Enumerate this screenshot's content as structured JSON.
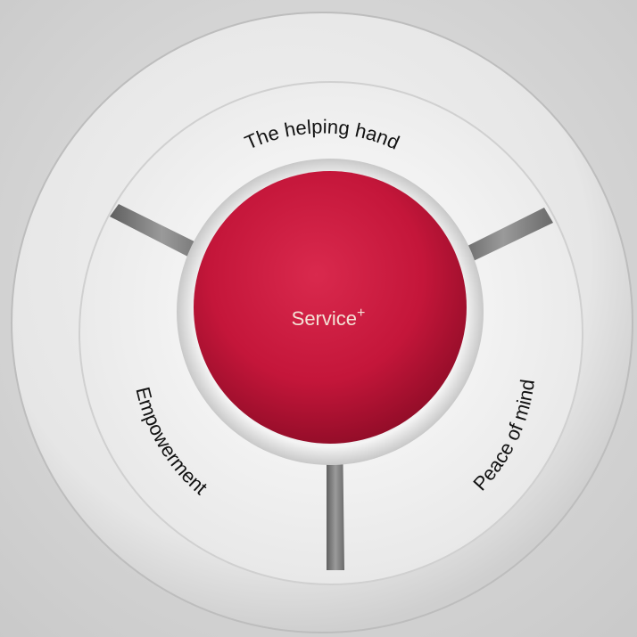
{
  "diagram": {
    "center": {
      "label": "Service",
      "superscript": "+"
    },
    "segments": [
      {
        "label": "The helping hand"
      },
      {
        "label": "Peace of mind"
      },
      {
        "label": "Empowerment"
      }
    ]
  },
  "colors": {
    "background": "#d8d8d8",
    "outer_ring": "#e9e9e9",
    "segment_face": "#f3f3f3",
    "core": "#c4163a",
    "core_text": "#f4e2d6",
    "label_text": "#111111"
  }
}
